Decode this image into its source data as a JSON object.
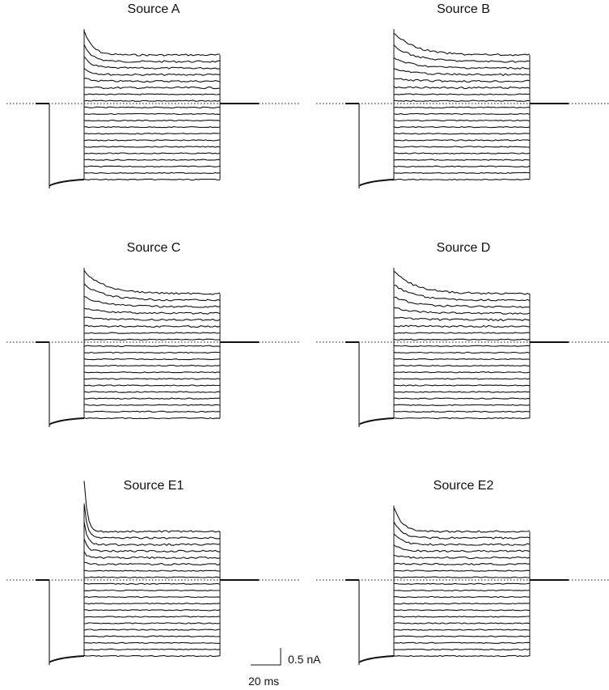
{
  "chart_data": [
    {
      "type": "line",
      "title": "Source A",
      "traces": {
        "count": 20,
        "peak_decay": "moderate"
      }
    },
    {
      "type": "line",
      "title": "Source B",
      "traces": {
        "count": 20,
        "peak_decay": "slow"
      }
    },
    {
      "type": "line",
      "title": "Source C",
      "traces": {
        "count": 20,
        "peak_decay": "slow"
      }
    },
    {
      "type": "line",
      "title": "Source D",
      "traces": {
        "count": 20,
        "peak_decay": "slow"
      }
    },
    {
      "type": "line",
      "title": "Source E1",
      "traces": {
        "count": 20,
        "peak_decay": "fast"
      }
    },
    {
      "type": "line",
      "title": "Source E2",
      "traces": {
        "count": 20,
        "peak_decay": "moderate"
      }
    }
  ],
  "scale_bar": {
    "vertical_label": "0.5 nA",
    "horizontal_label": "20 ms"
  }
}
